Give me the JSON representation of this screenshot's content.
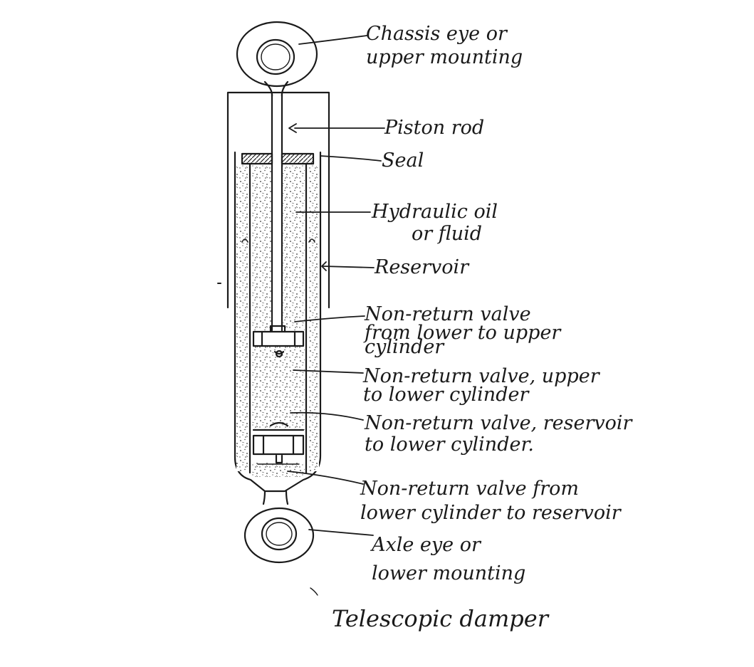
{
  "labels": {
    "chassis_eye": [
      "Chassis eye or",
      "upper mounting"
    ],
    "piston_rod": "Piston rod",
    "seal": "Seal",
    "hydraulic_oil": [
      "Hydraulic oil",
      "or fluid"
    ],
    "reservoir": "Reservoir",
    "nrv_lower_upper": [
      "Non-return valve",
      "from lower to upper",
      "cylinder"
    ],
    "nrv_upper_lower": [
      "Non-return valve, upper",
      "to lower cylinder"
    ],
    "nrv_reservoir_lower": [
      "Non-return valve, reservoir",
      "to lower cylinder."
    ],
    "nrv_lower_reservoir": [
      "Non-return valve from",
      "lower cylinder to reservoir"
    ],
    "axle_eye": [
      "Axle eye or",
      "lower mounting"
    ]
  },
  "caption": "Telescopic damper",
  "colors": {
    "ink": "#1a1a1a",
    "paper": "#ffffff"
  }
}
